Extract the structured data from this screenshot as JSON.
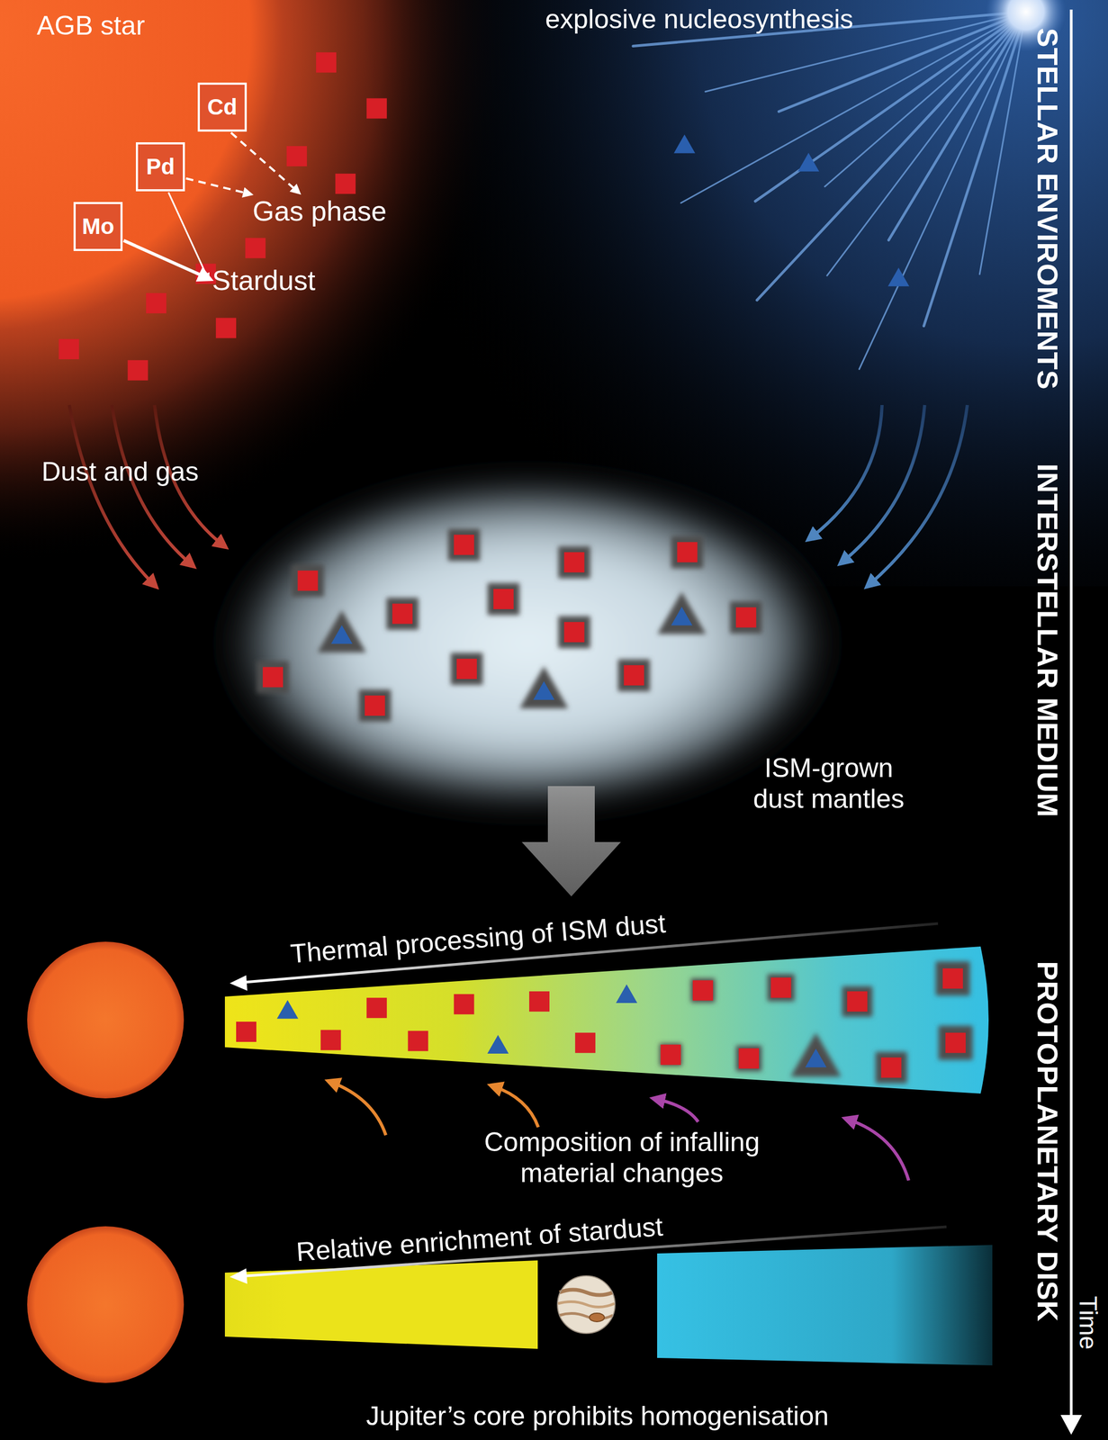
{
  "diagram": {
    "nodes": [
      {
        "text": [
          "Cd"
        ]
      },
      {
        "text": [
          "Pd"
        ]
      },
      {
        "text": [
          "Mo"
        ]
      },
      {
        "text": [
          "Gas phase"
        ]
      },
      {
        "text": [
          "Stardust"
        ]
      }
    ],
    "edges": [
      {
        "from": 0,
        "to": 3,
        "arrow": "to"
      },
      {
        "from": 1,
        "to": 3,
        "arrow": "to"
      },
      {
        "from": 1,
        "to": 4,
        "arrow": "to"
      },
      {
        "from": 2,
        "to": 4,
        "arrow": "to"
      }
    ],
    "labels": [
      "AGB star",
      "explosive nucleosynthesis",
      "Dust and gas",
      "ISM-grown dust mantles",
      "Thermal processing of ISM dust",
      "Composition of infalling material changes",
      "Relative enrichment of stardust",
      "Jupiter’s core prohibits homogenisation",
      "STELLAR ENVIROMENTS",
      "INTERSTELLAR MEDIUM",
      "PROTOPLANETARY DISK",
      "Time"
    ]
  }
}
